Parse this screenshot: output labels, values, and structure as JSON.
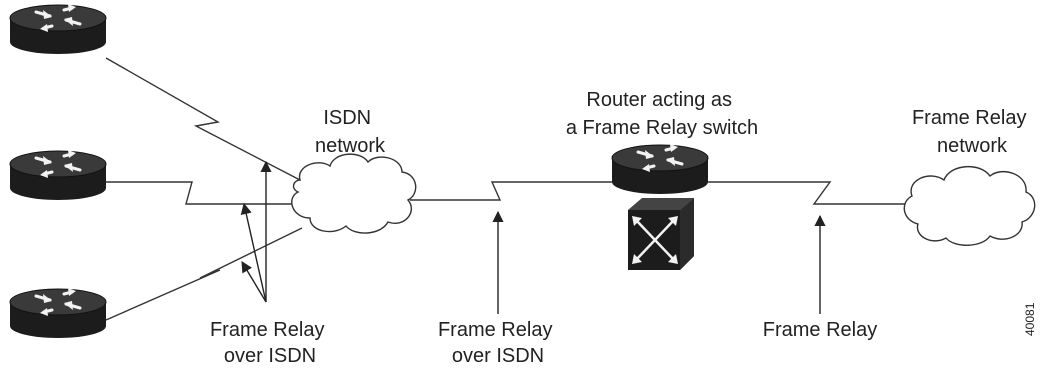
{
  "labels": {
    "isdn_network": [
      "ISDN",
      "network"
    ],
    "router_switch": [
      "Router acting as",
      "a Frame Relay switch"
    ],
    "fr_network": [
      "Frame Relay",
      "network"
    ],
    "fr_over_isdn_left": [
      "Frame Relay",
      "over ISDN"
    ],
    "fr_over_isdn_mid": [
      "Frame Relay",
      "over ISDN"
    ],
    "fr_right": "Frame Relay",
    "figure_id": "40081"
  },
  "icons": {
    "router": "router-icon",
    "switch": "frame-relay-switch-icon",
    "cloud": "cloud-icon"
  },
  "colors": {
    "router_body": "#1c1c1c",
    "line": "#333333",
    "cloud_fill": "#ffffff"
  }
}
